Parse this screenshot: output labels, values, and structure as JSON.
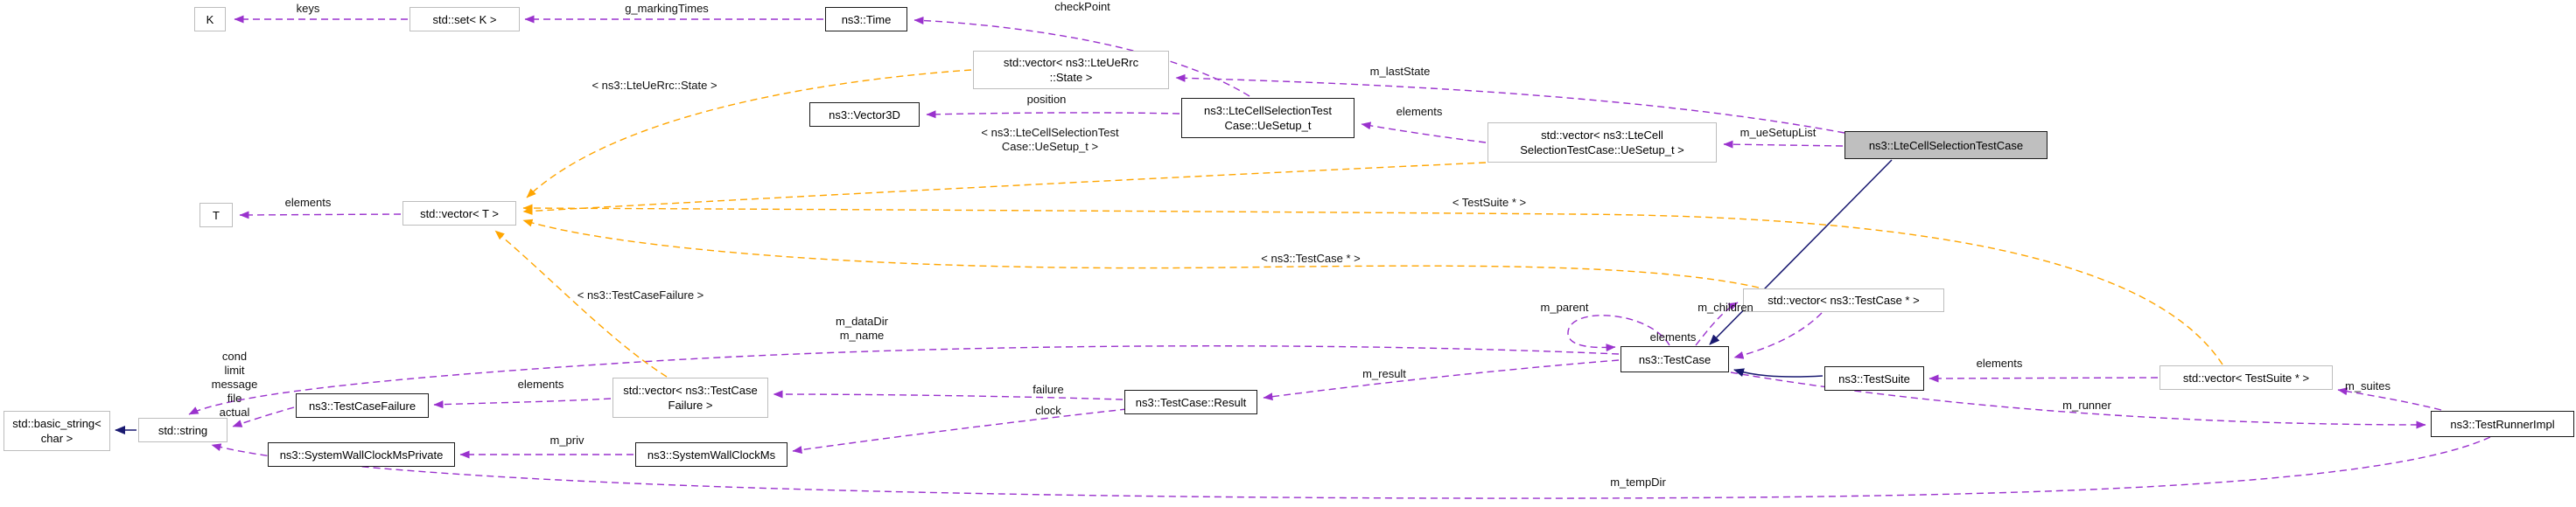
{
  "diagram": {
    "kind": "doxygen-collaboration-graph",
    "focus_class": "ns3::LteCellSelectionTestCase",
    "colors": {
      "usage_edge": "#9a32cd",
      "template_edge": "#ffa500",
      "inheritance_edge": "#191970",
      "focus_node_fill": "#bfbfbf",
      "documented_node_border": "#1a1a1a",
      "undocumented_node_border": "#bdbdbd",
      "background": "#ffffff"
    },
    "nodes": [
      {
        "line1": "K",
        "kind": "template-param"
      },
      {
        "line1": "std::set< K >",
        "kind": "template-instance"
      },
      {
        "line1": "ns3::Time",
        "kind": "documented"
      },
      {
        "line1": "std::vector< ns3::LteUeRrc",
        "line2": "::State >",
        "kind": "template-instance"
      },
      {
        "line1": "ns3::Vector3D",
        "kind": "documented"
      },
      {
        "line1": "ns3::LteCellSelectionTest",
        "line2": "Case::UeSetup_t",
        "kind": "documented"
      },
      {
        "line1": "std::vector< ns3::LteCell",
        "line2": "SelectionTestCase::UeSetup_t >",
        "kind": "template-instance"
      },
      {
        "line1": "ns3::LteCellSelectionTestCase",
        "kind": "focus"
      },
      {
        "line1": "T",
        "kind": "template-param"
      },
      {
        "line1": "std::vector< T >",
        "kind": "template-primary"
      },
      {
        "line1": "std::vector< ns3::TestCase * >",
        "kind": "template-instance"
      },
      {
        "line1": "ns3::TestCase",
        "kind": "documented"
      },
      {
        "line1": "ns3::TestSuite",
        "kind": "documented"
      },
      {
        "line1": "std::vector< TestSuite * >",
        "kind": "template-instance"
      },
      {
        "line1": "ns3::TestRunnerImpl",
        "kind": "documented"
      },
      {
        "line1": "std::basic_string<",
        "line2": "char >",
        "kind": "template-instance"
      },
      {
        "line1": "std::string",
        "kind": "template-instance"
      },
      {
        "line1": "ns3::TestCaseFailure",
        "kind": "documented"
      },
      {
        "line1": "std::vector< ns3::TestCase",
        "line2": "Failure >",
        "kind": "template-instance"
      },
      {
        "line1": "ns3::TestCase::Result",
        "kind": "documented"
      },
      {
        "line1": "ns3::SystemWallClockMsPrivate",
        "kind": "documented"
      },
      {
        "line1": "ns3::SystemWallClockMs",
        "kind": "documented"
      }
    ],
    "edges": [
      {
        "label": "keys",
        "type": "usage",
        "from": "std::set< K >",
        "to": "K"
      },
      {
        "label": "g_markingTimes",
        "type": "usage",
        "from": "ns3::Time",
        "to": "std::set< K >"
      },
      {
        "label": "checkPoint",
        "type": "usage",
        "from": "ns3::LteCellSelectionTestCase::UeSetup_t",
        "to": "ns3::Time"
      },
      {
        "label": "m_lastState",
        "type": "usage",
        "from": "ns3::LteCellSelectionTestCase",
        "to": "std::vector< ns3::LteUeRrc::State >"
      },
      {
        "label": "position",
        "type": "usage",
        "from": "ns3::LteCellSelectionTestCase::UeSetup_t",
        "to": "ns3::Vector3D"
      },
      {
        "label": "elements",
        "type": "usage",
        "from": "std::vector< ns3::LteCellSelectionTestCase::UeSetup_t >",
        "to": "ns3::LteCellSelectionTestCase::UeSetup_t"
      },
      {
        "label": "m_ueSetupList",
        "type": "usage",
        "from": "ns3::LteCellSelectionTestCase",
        "to": "std::vector< ns3::LteCellSelectionTestCase::UeSetup_t >"
      },
      {
        "label": "elements",
        "type": "usage",
        "from": "std::vector< T >",
        "to": "T"
      },
      {
        "label": "m_parent",
        "type": "usage",
        "from": "ns3::TestCase",
        "to": "ns3::TestCase"
      },
      {
        "label": "m_children",
        "type": "usage",
        "from": "ns3::TestCase",
        "to": "std::vector< ns3::TestCase * >"
      },
      {
        "label": "elements",
        "type": "usage",
        "from": "std::vector< ns3::TestCase * >",
        "to": "ns3::TestCase"
      },
      {
        "label": "elements",
        "type": "usage",
        "from": "std::vector< TestSuite * >",
        "to": "ns3::TestSuite"
      },
      {
        "label": "m_suites",
        "type": "usage",
        "from": "ns3::TestRunnerImpl",
        "to": "std::vector< TestSuite * >"
      },
      {
        "label": "m_runner",
        "type": "usage",
        "from": "ns3::TestCase",
        "to": "ns3::TestRunnerImpl"
      },
      {
        "label": "m_result",
        "type": "usage",
        "from": "ns3::TestCase",
        "to": "ns3::TestCase::Result"
      },
      {
        "label": "failure",
        "type": "usage",
        "from": "ns3::TestCase::Result",
        "to": "std::vector< ns3::TestCaseFailure >"
      },
      {
        "label": "clock",
        "type": "usage",
        "from": "ns3::TestCase::Result",
        "to": "ns3::SystemWallClockMs"
      },
      {
        "label": "elements",
        "type": "usage",
        "from": "std::vector< ns3::TestCaseFailure >",
        "to": "ns3::TestCaseFailure"
      },
      {
        "label_lines": [
          "cond",
          "limit",
          "message",
          "file",
          "actual"
        ],
        "type": "usage",
        "from": "ns3::TestCaseFailure",
        "to": "std::string"
      },
      {
        "label": "m_priv",
        "type": "usage",
        "from": "ns3::SystemWallClockMs",
        "to": "ns3::SystemWallClockMsPrivate"
      },
      {
        "label_lines": [
          "m_dataDir",
          "m_name"
        ],
        "type": "usage",
        "from": "ns3::TestCase",
        "to": "std::string"
      },
      {
        "label": "m_tempDir",
        "type": "usage",
        "from": "ns3::TestRunnerImpl",
        "to": "std::string"
      },
      {
        "label": "",
        "type": "inheritance",
        "from": "ns3::LteCellSelectionTestCase",
        "to": "ns3::TestCase"
      },
      {
        "label": "",
        "type": "inheritance",
        "from": "ns3::TestSuite",
        "to": "ns3::TestCase"
      },
      {
        "label": "",
        "type": "inheritance",
        "from": "std::string",
        "to": "std::basic_string< char >"
      },
      {
        "label": "< ns3::LteUeRrc::State >",
        "type": "template",
        "from": "std::vector< ns3::LteUeRrc::State >",
        "to": "std::vector< T >"
      },
      {
        "label_lines": [
          "< ns3::LteCellSelectionTest",
          "Case::UeSetup_t >"
        ],
        "type": "template",
        "from": "std::vector< ns3::LteCellSelectionTestCase::UeSetup_t >",
        "to": "std::vector< T >"
      },
      {
        "label": "< TestSuite * >",
        "type": "template",
        "from": "std::vector< TestSuite * >",
        "to": "std::vector< T >"
      },
      {
        "label": "< ns3::TestCase * >",
        "type": "template",
        "from": "std::vector< ns3::TestCase * >",
        "to": "std::vector< T >"
      },
      {
        "label": "< ns3::TestCaseFailure >",
        "type": "template",
        "from": "std::vector< ns3::TestCaseFailure >",
        "to": "std::vector< T >"
      }
    ]
  }
}
